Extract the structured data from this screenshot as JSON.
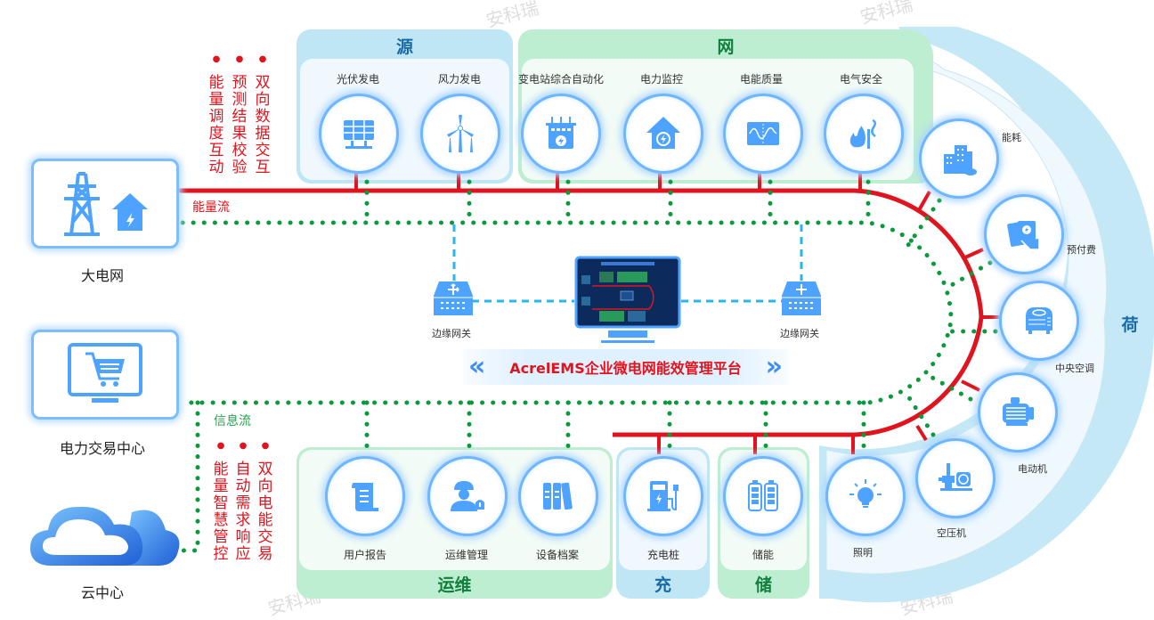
{
  "watermarks": [
    "安科瑞",
    "安科瑞",
    "安科瑞",
    "安科瑞"
  ],
  "sections": {
    "source": {
      "title": "源",
      "items": [
        {
          "label": "光伏发电",
          "icon": "solar-panel-icon"
        },
        {
          "label": "风力发电",
          "icon": "wind-turbine-icon"
        }
      ]
    },
    "grid": {
      "title": "网",
      "items": [
        {
          "label": "变电站综合自动化",
          "icon": "substation-icon"
        },
        {
          "label": "电力监控",
          "icon": "power-monitor-house-icon"
        },
        {
          "label": "电能质量",
          "icon": "waveform-icon"
        },
        {
          "label": "电气安全",
          "icon": "fire-safety-icon"
        }
      ]
    },
    "load": {
      "title": "荷",
      "items": [
        {
          "label": "能耗",
          "icon": "buildings-icon"
        },
        {
          "label": "预付费",
          "icon": "prepaid-card-icon"
        },
        {
          "label": "中央空调",
          "icon": "air-conditioner-icon"
        },
        {
          "label": "电动机",
          "icon": "motor-icon"
        },
        {
          "label": "空压机",
          "icon": "air-compressor-icon"
        },
        {
          "label": "照明",
          "icon": "light-bulb-icon"
        }
      ]
    },
    "ops": {
      "title": "运维",
      "items": [
        {
          "label": "用户报告",
          "icon": "report-scroll-icon"
        },
        {
          "label": "运维管理",
          "icon": "engineer-alarm-icon"
        },
        {
          "label": "设备档案",
          "icon": "binders-icon"
        }
      ]
    },
    "charge": {
      "title": "充",
      "items": [
        {
          "label": "充电桩",
          "icon": "charging-pile-icon"
        }
      ]
    },
    "storage": {
      "title": "储",
      "items": [
        {
          "label": "储能",
          "icon": "battery-icon"
        }
      ]
    }
  },
  "left": {
    "grid": {
      "label": "大电网",
      "icon": "power-tower-icon"
    },
    "trading": {
      "label": "电力交易中心",
      "icon": "shopping-cart-monitor-icon"
    },
    "cloud": {
      "label": "云中心",
      "icon": "cloud-icon"
    }
  },
  "flows": {
    "energy": "能量流",
    "info": "信息流"
  },
  "vertical_notes_top": [
    "能量调度互动",
    "预测结果校验",
    "双向数据交互"
  ],
  "vertical_notes_bottom": [
    "能量智慧管控",
    "自动需求响应",
    "双向电能交易"
  ],
  "center": {
    "gateway_left": "边缘网关",
    "gateway_right": "边缘网关",
    "platform_title": "AcrelEMS企业微电网能效管理平台"
  },
  "colors": {
    "energy_line": "#e0141e",
    "info_line": "#0a9a3c",
    "gateway_link": "#29b6e8",
    "icon_blue": "#4da3ff",
    "source_head": "#bfe6f5",
    "grid_head": "#bdeed2"
  }
}
